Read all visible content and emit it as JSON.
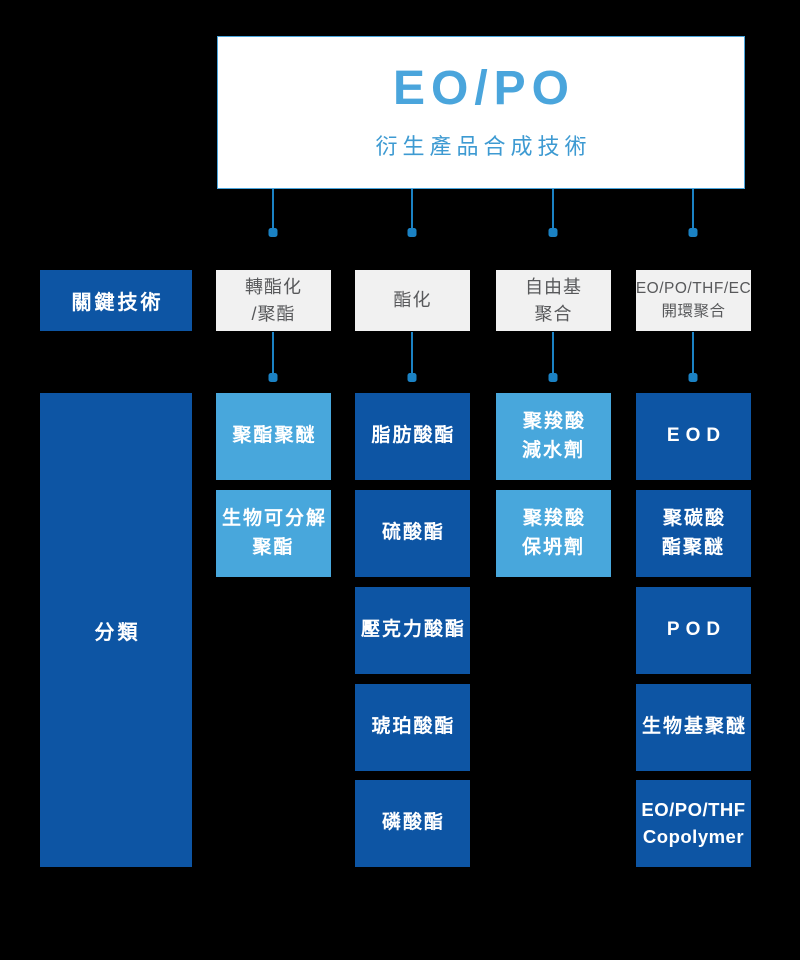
{
  "palette": {
    "background": "#000000",
    "title_blue": "#4aa5dc",
    "subtitle_blue": "#3d9ad2",
    "light_blue_box": "#48a7dc",
    "dark_blue_box": "#0d55a4",
    "gray_box": "#f1f1f1",
    "gray_box_text": "#58595b",
    "connector_blue": "#1b82c4",
    "box_text_white": "#ffffff"
  },
  "header": {
    "title": "EO/PO",
    "subtitle": "衍生產品合成技術"
  },
  "labels": {
    "key_technology": "關鍵技術",
    "classification": "分類"
  },
  "columns": [
    {
      "technology": "轉酯化\n/聚酯",
      "products": [
        "聚酯聚醚",
        "生物可分解\n聚酯"
      ]
    },
    {
      "technology": "酯化",
      "products": [
        "脂肪酸酯",
        "硫酸酯",
        "壓克力酸酯",
        "琥珀酸酯",
        "磷酸酯"
      ]
    },
    {
      "technology": "自由基\n聚合",
      "products": [
        "聚羧酸\n減水劑",
        "聚羧酸\n保坍劑"
      ]
    },
    {
      "technology": "EO/PO/THF/EC\n開環聚合",
      "products": [
        "EOD",
        "聚碳酸\n酯聚醚",
        "POD",
        "生物基聚醚",
        "EO/PO/THF\nCopolymer"
      ]
    }
  ]
}
